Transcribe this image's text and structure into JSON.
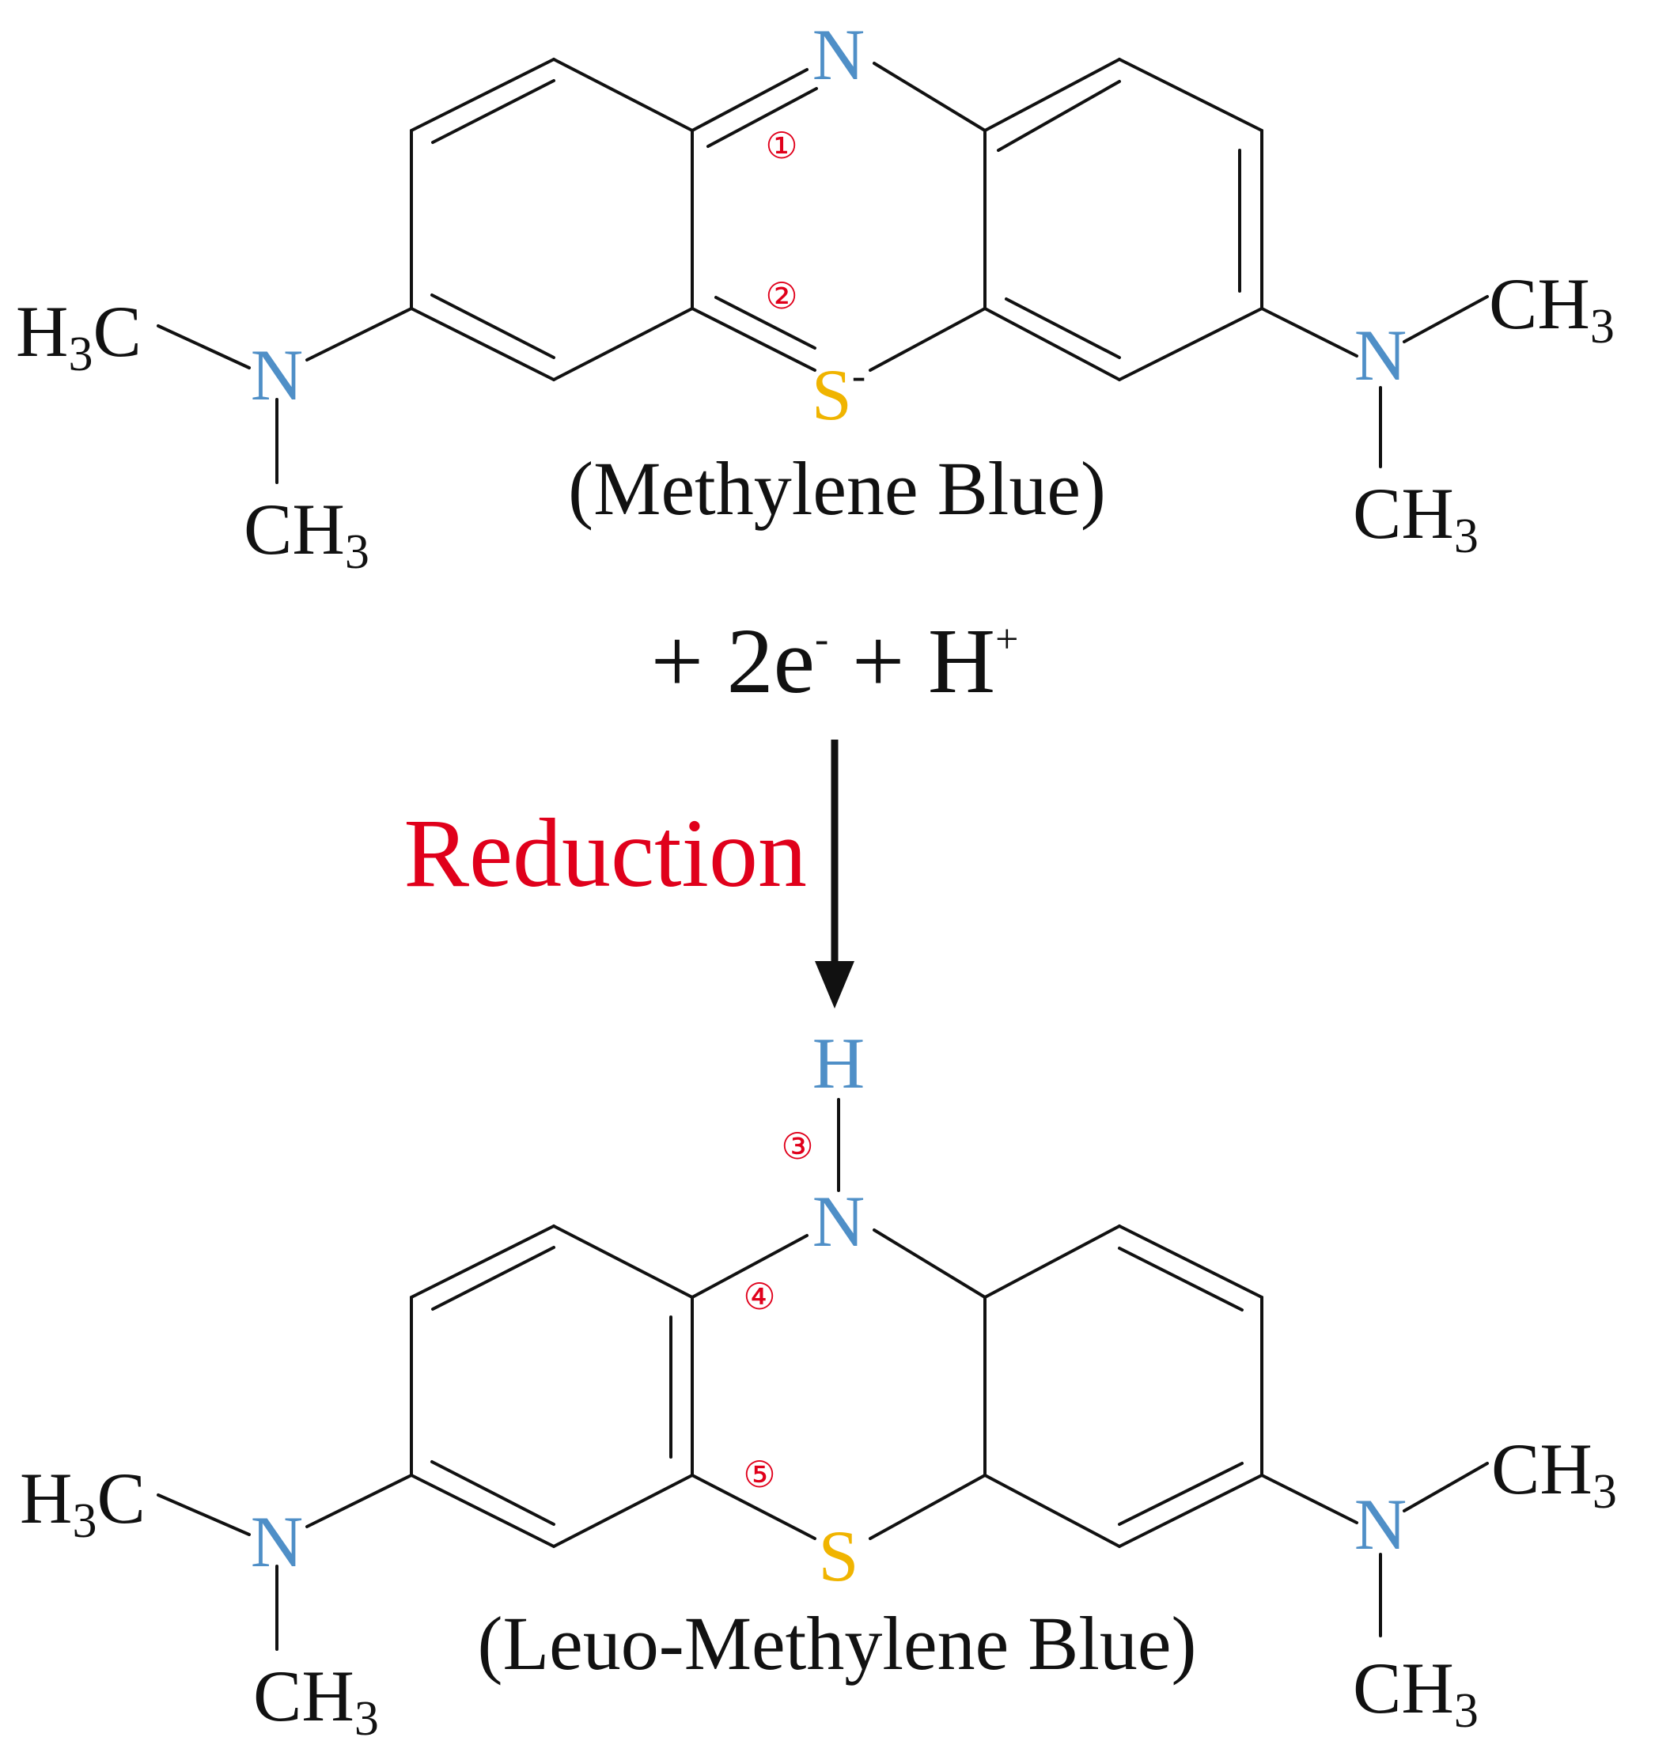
{
  "colors": {
    "nitrogen": "#4f8fc7",
    "sulfur": "#f0b400",
    "label_red": "#e0001b",
    "bond": "#111111"
  },
  "atoms": {
    "nitrogen": "N",
    "sulfur": "S",
    "hydrogen": "H"
  },
  "groups": {
    "h3c_prefix": "H",
    "h3c_sub": "3",
    "h3c_suffix": "C",
    "ch3_prefix": "CH",
    "ch3_sub": "3"
  },
  "charges": {
    "sulfur_charge": "-"
  },
  "captions": {
    "top": "(Methylene Blue)",
    "bottom": "(Leuo-Methylene Blue)"
  },
  "reaction": {
    "eq_prefix": "+ 2e",
    "eq_minus": "-",
    "eq_middle": " + H",
    "eq_plus": "+",
    "label": "Reduction"
  },
  "markers": [
    "①",
    "②",
    "③",
    "④",
    "⑤"
  ]
}
